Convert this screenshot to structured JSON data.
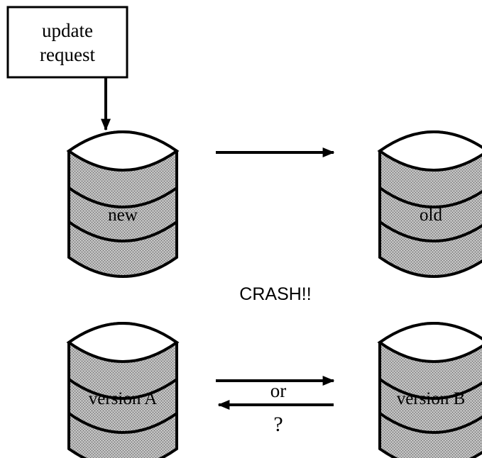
{
  "request_box": {
    "line1": "update",
    "line2": "request"
  },
  "disks": {
    "new": "new",
    "old": "old",
    "version_a": "version A",
    "version_b": "version B"
  },
  "crash_text": "CRASH!!",
  "between_arrows": {
    "or": "or",
    "question": "?"
  },
  "colors": {
    "ink": "#000000",
    "disk_fill": "#a9a9a9",
    "background": "#ffffff"
  }
}
